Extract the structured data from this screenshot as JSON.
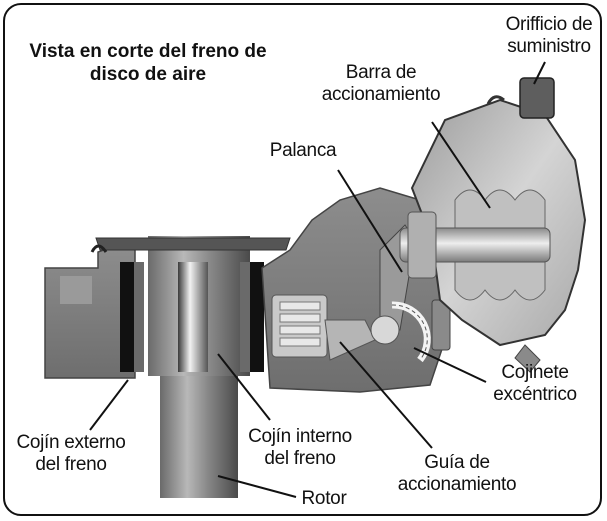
{
  "title": {
    "line1": "Vista en corte del freno de",
    "line2": "disco de aire"
  },
  "labels": {
    "supply_port": {
      "line1": "Orifficio de",
      "line2": "suministro"
    },
    "actuating_rod": {
      "line1": "Barra de",
      "line2": "accionamiento"
    },
    "lever": "Palanca",
    "eccentric_bearing": {
      "line1": "Cojinete",
      "line2": "excéntrico"
    },
    "outer_pad": {
      "line1": "Cojín externo",
      "line2": "del freno"
    },
    "inner_pad": {
      "line1": "Cojín interno",
      "line2": "del freno"
    },
    "actuating_guide": {
      "line1": "Guía de",
      "line2": "accionamiento"
    },
    "rotor": "Rotor"
  }
}
